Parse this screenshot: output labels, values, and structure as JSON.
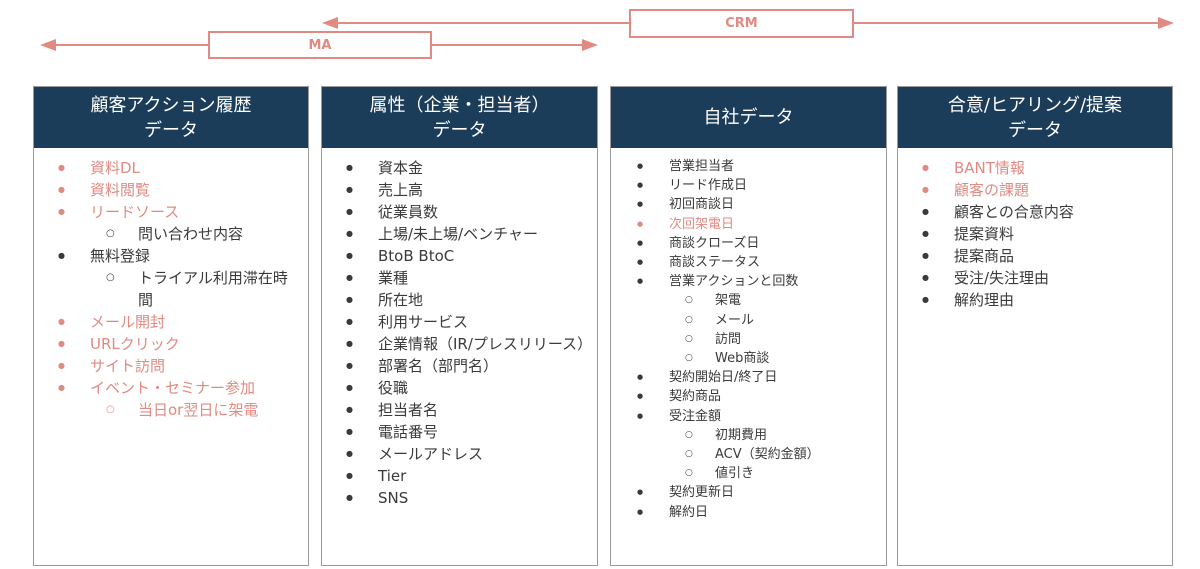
{
  "ranges": {
    "crm_label": "CRM",
    "ma_label": "MA",
    "color": "#e08a82"
  },
  "colors": {
    "header_bg": "#1c3d5a",
    "accent": "#e08a82",
    "text": "#3a3a3a"
  },
  "columns": [
    {
      "title_lines": [
        "顧客アクション履歴",
        "データ"
      ],
      "items": [
        {
          "text": "資料DL",
          "level": 1,
          "accent": true
        },
        {
          "text": "資料閲覧",
          "level": 1,
          "accent": true
        },
        {
          "text": "リードソース",
          "level": 1,
          "accent": true
        },
        {
          "text": "問い合わせ内容",
          "level": 2,
          "accent": false
        },
        {
          "text": "無料登録",
          "level": 1,
          "accent": false
        },
        {
          "text": "トライアル利用滞在時間",
          "level": 2,
          "accent": false
        },
        {
          "text": "メール開封",
          "level": 1,
          "accent": true
        },
        {
          "text": "URLクリック",
          "level": 1,
          "accent": true
        },
        {
          "text": "サイト訪問",
          "level": 1,
          "accent": true
        },
        {
          "text": "イベント・セミナー参加",
          "level": 1,
          "accent": true
        },
        {
          "text": "当日or翌日に架電",
          "level": 2,
          "accent": true
        }
      ]
    },
    {
      "title_lines": [
        "属性（企業・担当者）",
        "データ"
      ],
      "items": [
        {
          "text": "資本金",
          "level": 1,
          "accent": false
        },
        {
          "text": "売上高",
          "level": 1,
          "accent": false
        },
        {
          "text": "従業員数",
          "level": 1,
          "accent": false
        },
        {
          "text": "上場/未上場/ベンチャー",
          "level": 1,
          "accent": false
        },
        {
          "text": "BtoB BtoC",
          "level": 1,
          "accent": false
        },
        {
          "text": "業種",
          "level": 1,
          "accent": false
        },
        {
          "text": "所在地",
          "level": 1,
          "accent": false
        },
        {
          "text": "利用サービス",
          "level": 1,
          "accent": false
        },
        {
          "text": "企業情報（IR/プレスリリース）",
          "level": 1,
          "accent": false
        },
        {
          "text": "部署名（部門名）",
          "level": 1,
          "accent": false
        },
        {
          "text": "役職",
          "level": 1,
          "accent": false
        },
        {
          "text": "担当者名",
          "level": 1,
          "accent": false
        },
        {
          "text": "電話番号",
          "level": 1,
          "accent": false
        },
        {
          "text": "メールアドレス",
          "level": 1,
          "accent": false
        },
        {
          "text": "Tier",
          "level": 1,
          "accent": false
        },
        {
          "text": "SNS",
          "level": 1,
          "accent": false
        }
      ]
    },
    {
      "title_lines": [
        "自社データ"
      ],
      "items": [
        {
          "text": "営業担当者",
          "level": 1,
          "accent": false
        },
        {
          "text": "リード作成日",
          "level": 1,
          "accent": false
        },
        {
          "text": "初回商談日",
          "level": 1,
          "accent": false
        },
        {
          "text": "次回架電日",
          "level": 1,
          "accent": true
        },
        {
          "text": "商談クローズ日",
          "level": 1,
          "accent": false
        },
        {
          "text": "商談ステータス",
          "level": 1,
          "accent": false
        },
        {
          "text": "営業アクションと回数",
          "level": 1,
          "accent": false
        },
        {
          "text": "架電",
          "level": 2,
          "accent": false
        },
        {
          "text": "メール",
          "level": 2,
          "accent": false
        },
        {
          "text": "訪問",
          "level": 2,
          "accent": false
        },
        {
          "text": "Web商談",
          "level": 2,
          "accent": false
        },
        {
          "text": "契約開始日/終了日",
          "level": 1,
          "accent": false
        },
        {
          "text": "契約商品",
          "level": 1,
          "accent": false
        },
        {
          "text": "受注金額",
          "level": 1,
          "accent": false
        },
        {
          "text": "初期費用",
          "level": 2,
          "accent": false
        },
        {
          "text": "ACV（契約金額）",
          "level": 2,
          "accent": false
        },
        {
          "text": "値引き",
          "level": 2,
          "accent": false
        },
        {
          "text": "契約更新日",
          "level": 1,
          "accent": false
        },
        {
          "text": "解約日",
          "level": 1,
          "accent": false
        }
      ]
    },
    {
      "title_lines": [
        "合意/ヒアリング/提案",
        "データ"
      ],
      "items": [
        {
          "text": "BANT情報",
          "level": 1,
          "accent": true
        },
        {
          "text": "顧客の課題",
          "level": 1,
          "accent": true
        },
        {
          "text": "顧客との合意内容",
          "level": 1,
          "accent": false
        },
        {
          "text": "提案資料",
          "level": 1,
          "accent": false
        },
        {
          "text": "提案商品",
          "level": 1,
          "accent": false
        },
        {
          "text": "受注/失注理由",
          "level": 1,
          "accent": false
        },
        {
          "text": "解約理由",
          "level": 1,
          "accent": false
        }
      ]
    }
  ]
}
